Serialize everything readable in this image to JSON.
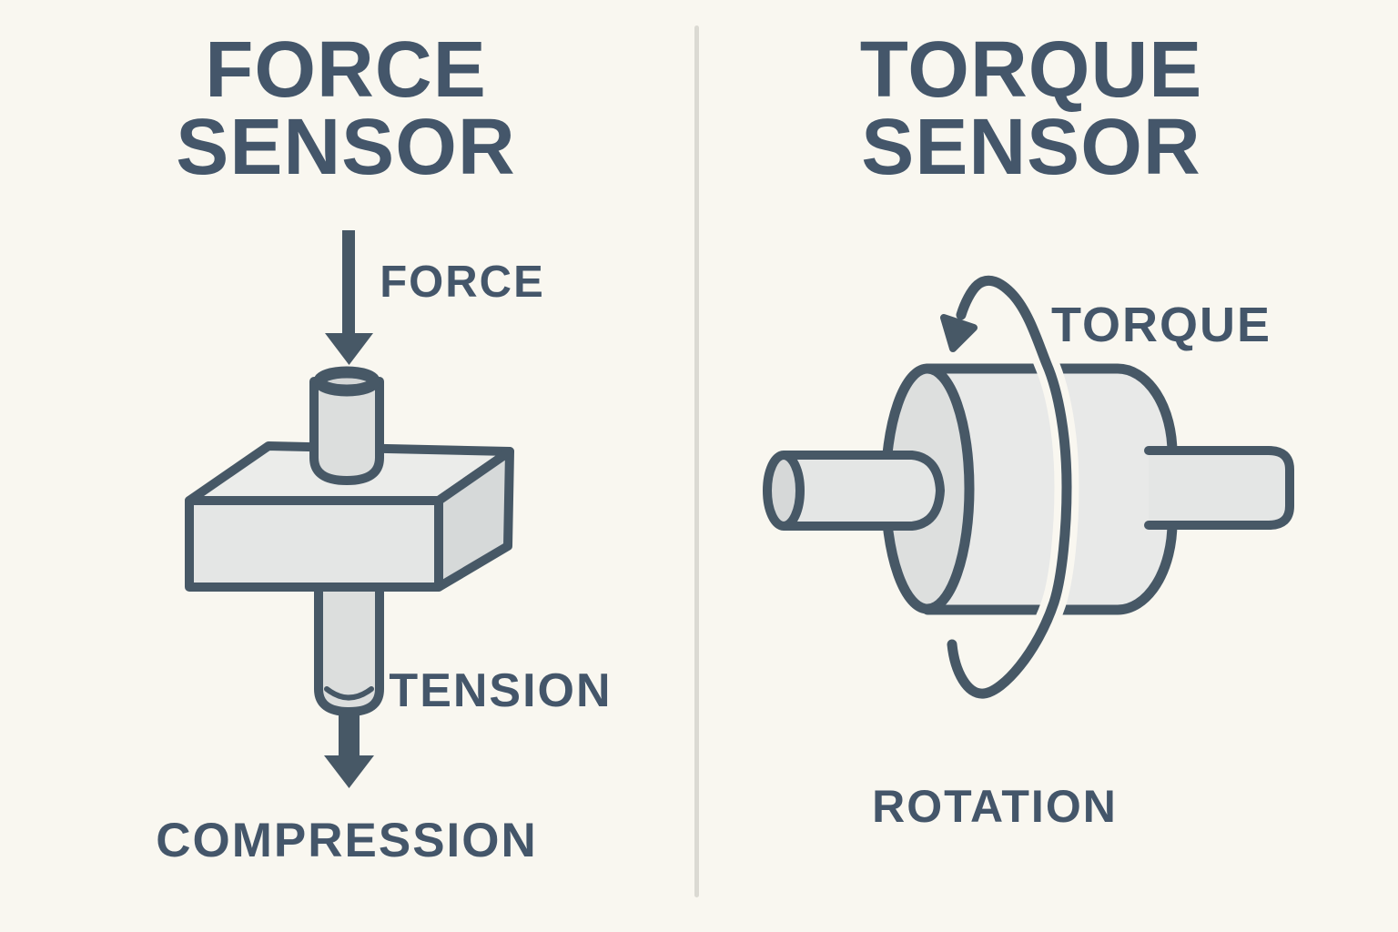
{
  "meta": {
    "description": "Infographic comparing a force sensor (axial load on a block) and a torque sensor (rotating shaft drum)"
  },
  "colors": {
    "background": "#f9f7f0",
    "text": "#44566a",
    "outline": "#475866",
    "divider": "#dbdad3",
    "box_front": "#e4e6e5",
    "box_top": "#ebecea",
    "box_right": "#d6d9d9",
    "cylinder": "#dcdedd",
    "cylinder_rim": "#d4d6d6",
    "drum_body": "#e8e9e8",
    "drum_cap": "#dddfde",
    "shaft": "#e4e6e5",
    "shaft_end": "#d6d8d8"
  },
  "left_panel": {
    "title_line1": "FORCE",
    "title_line2": "SENSOR",
    "labels": {
      "force": "FORCE",
      "tension": "TENSION",
      "compression": "COMPRESSION"
    },
    "icons": [
      "down-arrow-icon",
      "load-block-icon",
      "plunger-cylinder-icon"
    ]
  },
  "right_panel": {
    "title_line1": "TORQUE",
    "title_line2": "SENSOR",
    "labels": {
      "torque": "TORQUE",
      "rotation": "ROTATION"
    },
    "icons": [
      "rotation-arrow-icon",
      "drum-shaft-icon"
    ]
  }
}
